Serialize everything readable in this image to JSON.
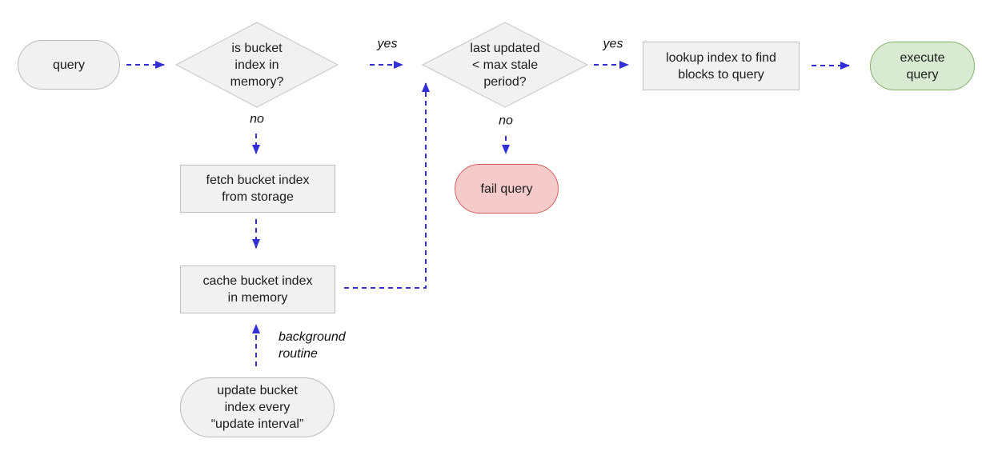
{
  "diagram": {
    "type": "flowchart",
    "nodes": {
      "query": {
        "label": "query",
        "shape": "stadium"
      },
      "memory_check": {
        "label": "is bucket\nindex in\nmemory?",
        "shape": "diamond"
      },
      "stale_check": {
        "label": "last updated\n< max stale\nperiod?",
        "shape": "diamond"
      },
      "lookup": {
        "label": "lookup index to find\nblocks to query",
        "shape": "rect"
      },
      "execute": {
        "label": "execute\nquery",
        "shape": "stadium",
        "variant": "success"
      },
      "fetch": {
        "label": "fetch bucket index\nfrom storage",
        "shape": "rect"
      },
      "cache": {
        "label": "cache bucket index\nin memory",
        "shape": "rect"
      },
      "fail": {
        "label": "fail query",
        "shape": "stadium",
        "variant": "failure"
      },
      "update": {
        "label": "update bucket\nindex every\n“update interval”",
        "shape": "stadium"
      }
    },
    "edges": [
      {
        "from": "query",
        "to": "memory_check",
        "label": "",
        "style": "dashed"
      },
      {
        "from": "memory_check",
        "to": "stale_check",
        "label": "yes",
        "style": "dashed"
      },
      {
        "from": "stale_check",
        "to": "lookup",
        "label": "yes",
        "style": "dashed"
      },
      {
        "from": "lookup",
        "to": "execute",
        "label": "",
        "style": "dashed"
      },
      {
        "from": "memory_check",
        "to": "fetch",
        "label": "no",
        "style": "dashed"
      },
      {
        "from": "fetch",
        "to": "cache",
        "label": "",
        "style": "dashed"
      },
      {
        "from": "cache",
        "to": "stale_check",
        "label": "",
        "style": "dashed"
      },
      {
        "from": "stale_check",
        "to": "fail",
        "label": "no",
        "style": "dashed"
      },
      {
        "from": "update",
        "to": "cache",
        "label": "background\nroutine",
        "style": "dashed"
      }
    ],
    "colors": {
      "background": "#ffffff",
      "arrow": "#3230d4",
      "node_fill": "#f1f1f1",
      "node_border": "#bfbfbf",
      "success_fill": "#d9ead3",
      "success_border": "#85b369",
      "failure_fill": "#f4caca",
      "failure_border": "#cf5f5f",
      "text": "#1c1c1c"
    }
  }
}
